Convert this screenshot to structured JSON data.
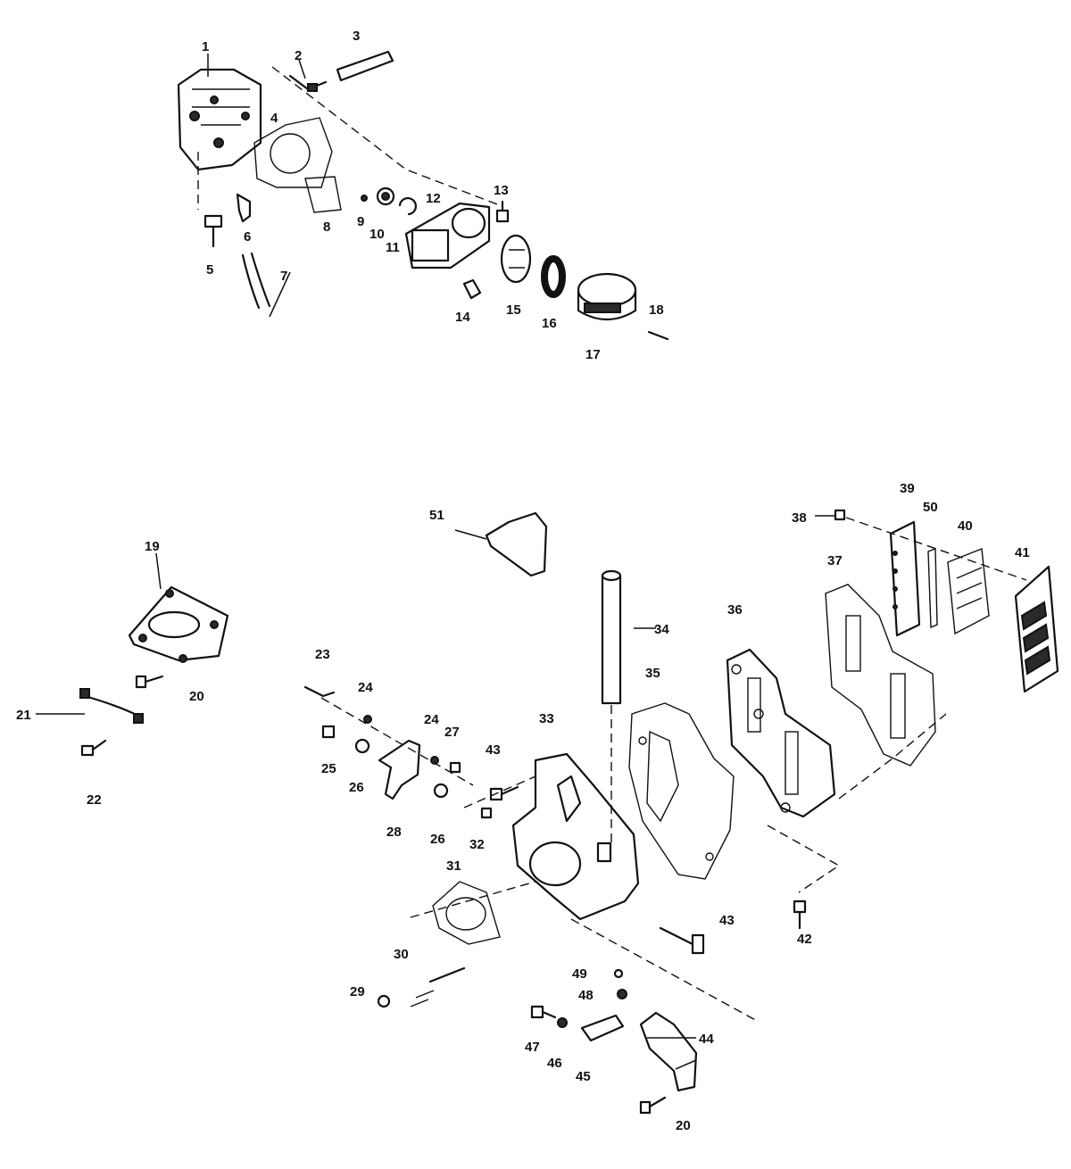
{
  "callouts": {
    "c1": "1",
    "c2": "2",
    "c3": "3",
    "c4": "4",
    "c5": "5",
    "c6": "6",
    "c7": "7",
    "c8": "8",
    "c9": "9",
    "c10": "10",
    "c11": "11",
    "c12": "12",
    "c13": "13",
    "c14": "14",
    "c15": "15",
    "c16": "16",
    "c17": "17",
    "c18": "18",
    "c19": "19",
    "c20a": "20",
    "c20b": "20",
    "c21": "21",
    "c22": "22",
    "c23": "23",
    "c24a": "24",
    "c24b": "24",
    "c25": "25",
    "c26a": "26",
    "c26b": "26",
    "c27": "27",
    "c28": "28",
    "c29": "29",
    "c30": "30",
    "c31": "31",
    "c32": "32",
    "c33": "33",
    "c34": "34",
    "c35": "35",
    "c36": "36",
    "c37": "37",
    "c38": "38",
    "c39": "39",
    "c40": "40",
    "c41": "41",
    "c42": "42",
    "c43a": "43",
    "c43b": "43",
    "c44": "44",
    "c45": "45",
    "c46": "46",
    "c47": "47",
    "c48": "48",
    "c49": "49",
    "c50": "50",
    "c51": "51"
  }
}
